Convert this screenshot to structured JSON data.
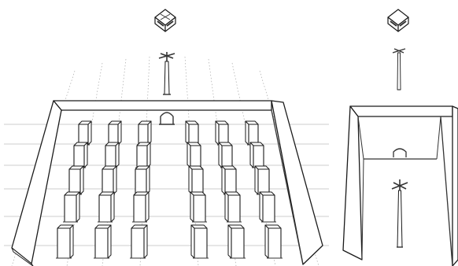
{
  "figure": {
    "panels": [
      {
        "id": "wide-hall-view",
        "pillar_rows": 5,
        "pillars_per_row": 6
      },
      {
        "id": "narrow-corridor-view",
        "pillar_rows": 0,
        "pillars_per_row": 0
      }
    ],
    "colors": {
      "ink": "#1a1a1a",
      "guide": "#9a9a9a",
      "background": "#ffffff"
    },
    "icons": [
      "lantern-icon",
      "lamp-post-icon",
      "arch-doorway-icon",
      "pillar-icon"
    ]
  }
}
